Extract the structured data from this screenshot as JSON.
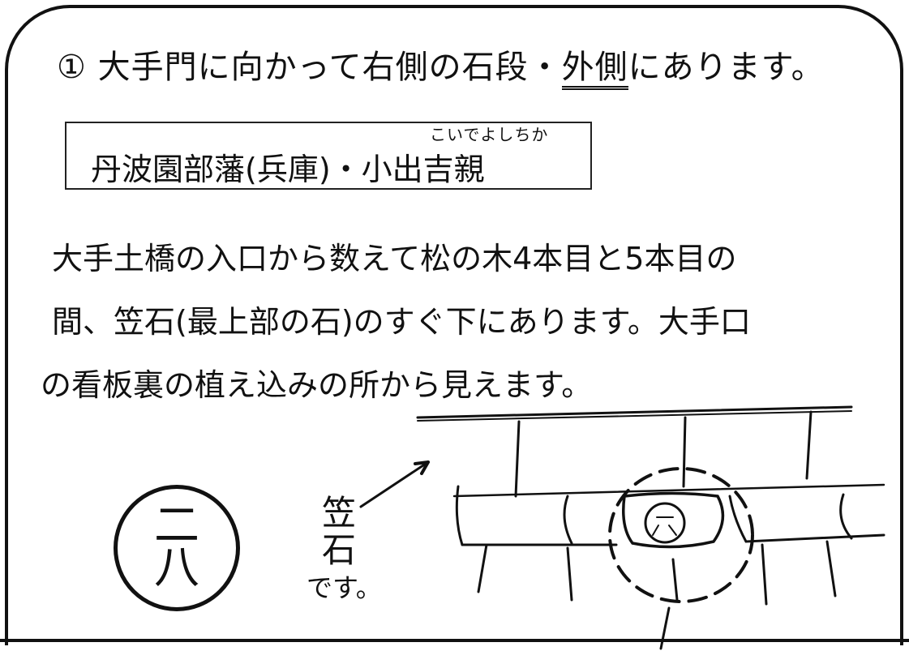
{
  "heading": {
    "number": "①",
    "text_before": "大手門に向かって右側の石段・",
    "underlined": "外側",
    "text_after": "にあります。"
  },
  "name_box": {
    "name": "丹波園部藩(兵庫)・小出吉親",
    "ruby": "こいでよしちか"
  },
  "description": [
    "大手土橋の入口から数えて松の木4本目と5本目の",
    "間、笠石(最上部の石)のすぐ下にあります。大手口",
    "の看板裏の植え込みの所から見えます。"
  ],
  "stone_mark": {
    "top": "二",
    "bottom": "八"
  },
  "sketch_label": {
    "line1": "笠",
    "line2": "石",
    "line3": "です。"
  }
}
